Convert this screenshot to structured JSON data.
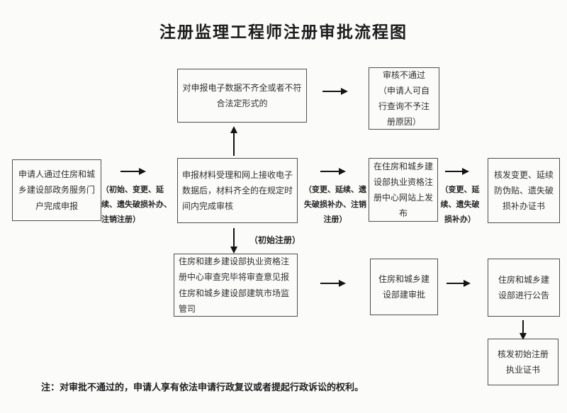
{
  "title": "注册监理工程师注册审批流程图",
  "nodes": {
    "incomplete_data": "对申报电子数据不齐全或者不符合法定形式的",
    "review_fail": "审核不通过（申请人可自行查询不予注册原因）",
    "applicant": "申请人通过住房和城乡建设部政务服务门户完成申报",
    "acceptance": "申报材料受理和网上接收电子数据后，材料齐全的在规定时间内完成审核",
    "publish": "在住房和城乡建设部执业资格注册中心网站上发布",
    "issue_change_cert": "核发变更、延续防伪贴、遗失破损补办证书",
    "center_review": "住房和建乡建设部执业资格注册中心审查完毕将审查意见报住房和城乡建设部建筑市场监管司",
    "ministry_approve": "住房和城乡建设部建审批",
    "announce": "住房和城乡建设部进行公告",
    "issue_initial_cert": "核发初始注册执业证书"
  },
  "labels": {
    "apply_types": "（初始、变更、延续、遗失破损补办、注销注册）",
    "publish_types": "（变更、延续、遗失破损补办、注销注册）",
    "issue_types": "（变更、延续、遗失破损补办）",
    "initial_only": "（初始注册）"
  },
  "footnote": "注：对审批不通过的，申请人享有依法申请行政复议或者提起行政诉讼的权利。",
  "colors": {
    "background": "#fbfbfa",
    "border": "#4f4f4f",
    "text": "#2b2b2b",
    "arrow": "#141414"
  }
}
